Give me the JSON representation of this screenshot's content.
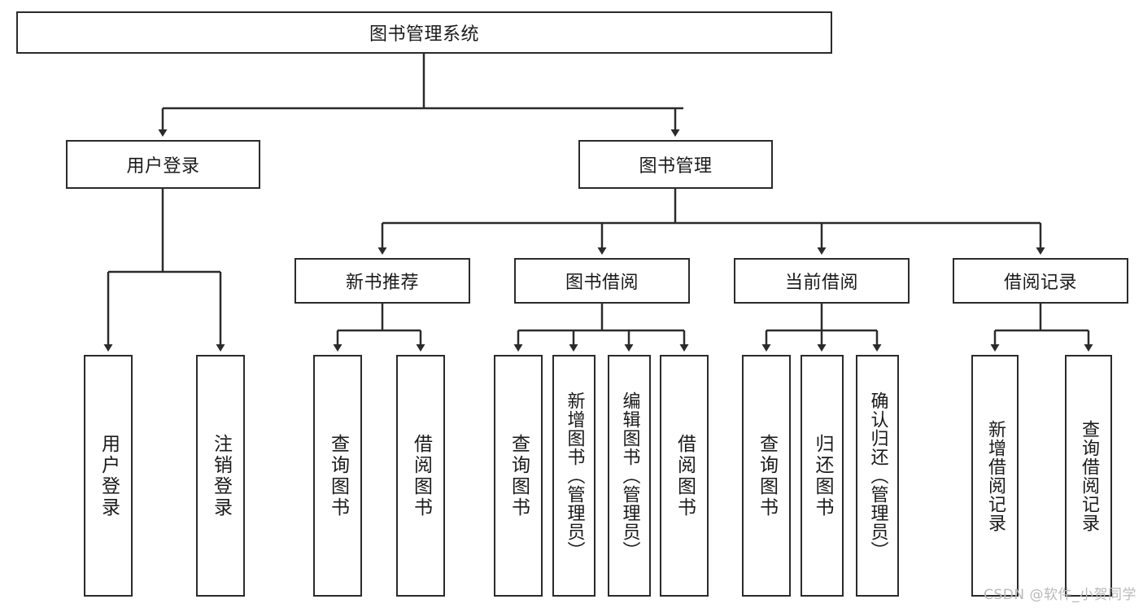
{
  "diagram": {
    "title": "图书管理系统",
    "type": "tree-hierarchy-chart",
    "root": {
      "label": "图书管理系统"
    },
    "level2": [
      {
        "label": "用户登录"
      },
      {
        "label": "图书管理"
      }
    ],
    "level3": [
      {
        "label": "新书推荐"
      },
      {
        "label": "图书借阅"
      },
      {
        "label": "当前借阅"
      },
      {
        "label": "借阅记录"
      }
    ],
    "leaves": {
      "user_login": [
        {
          "label": "用户登录"
        },
        {
          "label": "注销登录"
        }
      ],
      "new_book_recommend": [
        {
          "label": "查询图书"
        },
        {
          "label": "借阅图书"
        }
      ],
      "book_borrow": [
        {
          "label": "查询图书"
        },
        {
          "label": "新增图书（管理员）"
        },
        {
          "label": "编辑图书（管理员）"
        },
        {
          "label": "借阅图书"
        }
      ],
      "current_borrow": [
        {
          "label": "查询图书"
        },
        {
          "label": "归还图书"
        },
        {
          "label": "确认归还（管理员）"
        }
      ],
      "borrow_record": [
        {
          "label": "新增借阅记录"
        },
        {
          "label": "查询借阅记录"
        }
      ]
    }
  },
  "watermark": {
    "text": "CSDN @软件_小贺同学"
  },
  "colors": {
    "stroke": "#2b2b2b",
    "background": "#ffffff",
    "text": "#1a1a1a",
    "watermark": "#b9b9b9"
  }
}
